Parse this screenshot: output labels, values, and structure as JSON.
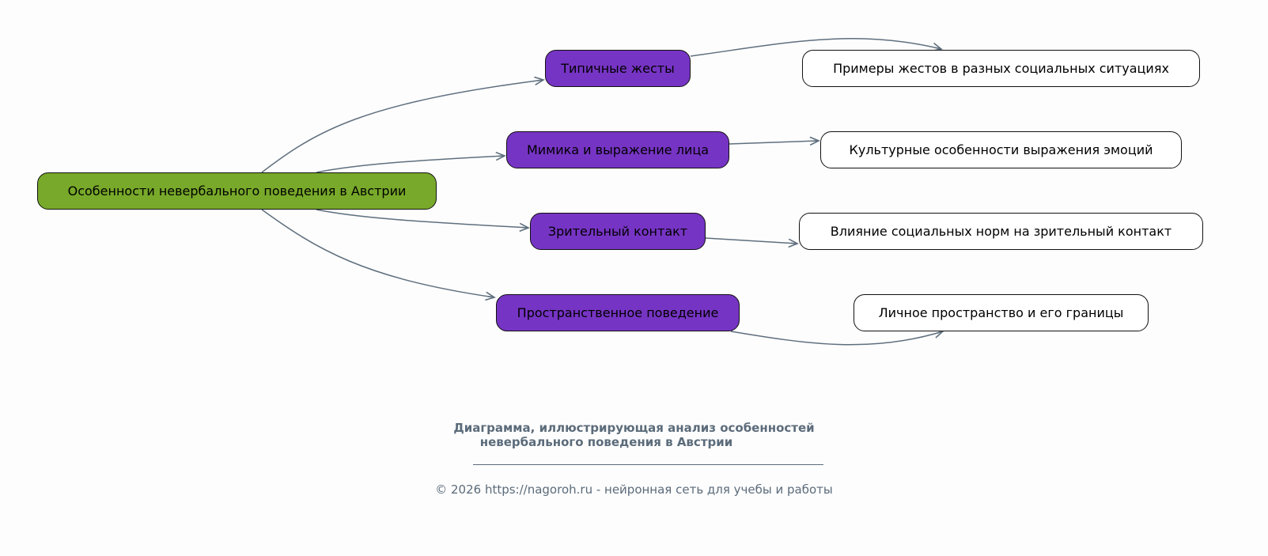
{
  "diagram": {
    "root": "Особенности невербального поведения в Австрии",
    "topics": [
      {
        "label": "Типичные жесты",
        "detail": "Примеры жестов в разных социальных ситуациях"
      },
      {
        "label": "Мимика и выражение лица",
        "detail": "Культурные особенности выражения эмоций"
      },
      {
        "label": "Зрительный контакт",
        "detail": "Влияние социальных норм на зрительный контакт"
      },
      {
        "label": "Пространственное поведение",
        "detail": "Личное пространство и его границы"
      }
    ]
  },
  "caption": {
    "title_line1": "Диаграмма, иллюстрирующая анализ особенностей",
    "title_line2": "невербального поведения в Австрии",
    "copyright": "© 2026 https://nagoroh.ru - нейронная сеть для учебы и работы"
  },
  "colors": {
    "root": "#78a92a",
    "topic": "#7634c4",
    "leaf": "#ffffff",
    "edge": "#5f6f7e"
  }
}
